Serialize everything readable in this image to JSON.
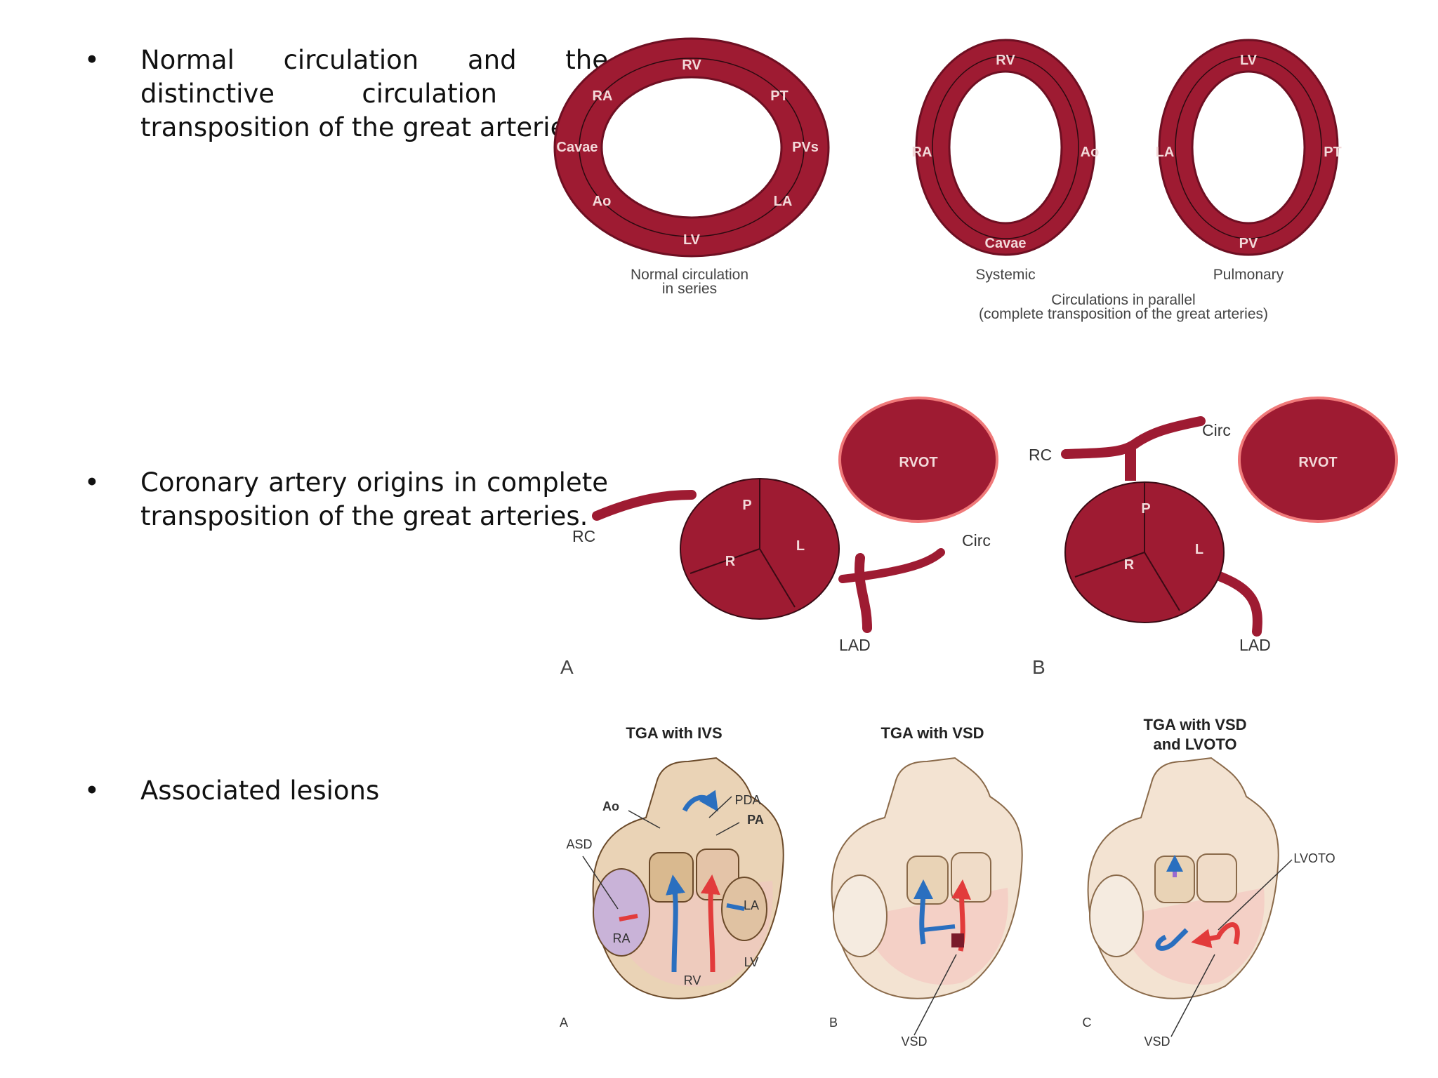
{
  "bullets": [
    {
      "marker": "•",
      "text": "Normal circulation and the distinctive circulation in transposition of the great arteries."
    },
    {
      "marker": "•",
      "text": "Coronary artery origins in complete transposition of the great arteries."
    },
    {
      "marker": "•",
      "text": "Associated lesions"
    }
  ],
  "circulation_figure": {
    "normal": {
      "labels": [
        "RV",
        "PT",
        "PVs",
        "LA",
        "LV",
        "Ao",
        "Cavae",
        "RA"
      ],
      "caption_line1": "Normal circulation",
      "caption_line2": "in series"
    },
    "systemic": {
      "labels": [
        "RV",
        "Ao",
        "Cavae",
        "RA"
      ],
      "caption": "Systemic"
    },
    "pulmonary": {
      "labels": [
        "LV",
        "PT",
        "PV",
        "LA"
      ],
      "caption": "Pulmonary"
    },
    "parallel_caption_line1": "Circulations in parallel",
    "parallel_caption_line2": "(complete transposition of the great arteries)"
  },
  "coronary_figure": {
    "panel_a": {
      "letter": "A",
      "rvot": "RVOT",
      "cusps": [
        "P",
        "R",
        "L"
      ],
      "vessels": [
        "RC",
        "Circ",
        "LAD"
      ]
    },
    "panel_b": {
      "letter": "B",
      "rvot": "RVOT",
      "cusps": [
        "P",
        "R",
        "L"
      ],
      "vessels": [
        "RC",
        "Circ",
        "LAD"
      ]
    }
  },
  "lesions_figure": {
    "panel_a": {
      "title": "TGA with IVS",
      "letter": "A",
      "labels": [
        "Ao",
        "PDA",
        "PA",
        "ASD",
        "LA",
        "RA",
        "RV",
        "LV"
      ]
    },
    "panel_b": {
      "title": "TGA with VSD",
      "letter": "B",
      "labels": [
        "VSD"
      ]
    },
    "panel_c": {
      "title_line1": "TGA with VSD",
      "title_line2": "and LVOTO",
      "letter": "C",
      "labels": [
        "LVOTO",
        "VSD"
      ]
    }
  },
  "colors": {
    "vessel_red": "#9e1b32",
    "ring_edge": "#6e0f22",
    "rvot_rim": "#f07a7a",
    "heart_tan": "#ead3b6",
    "blood_blue": "#2a6fbf",
    "blood_red": "#e23b3b"
  }
}
